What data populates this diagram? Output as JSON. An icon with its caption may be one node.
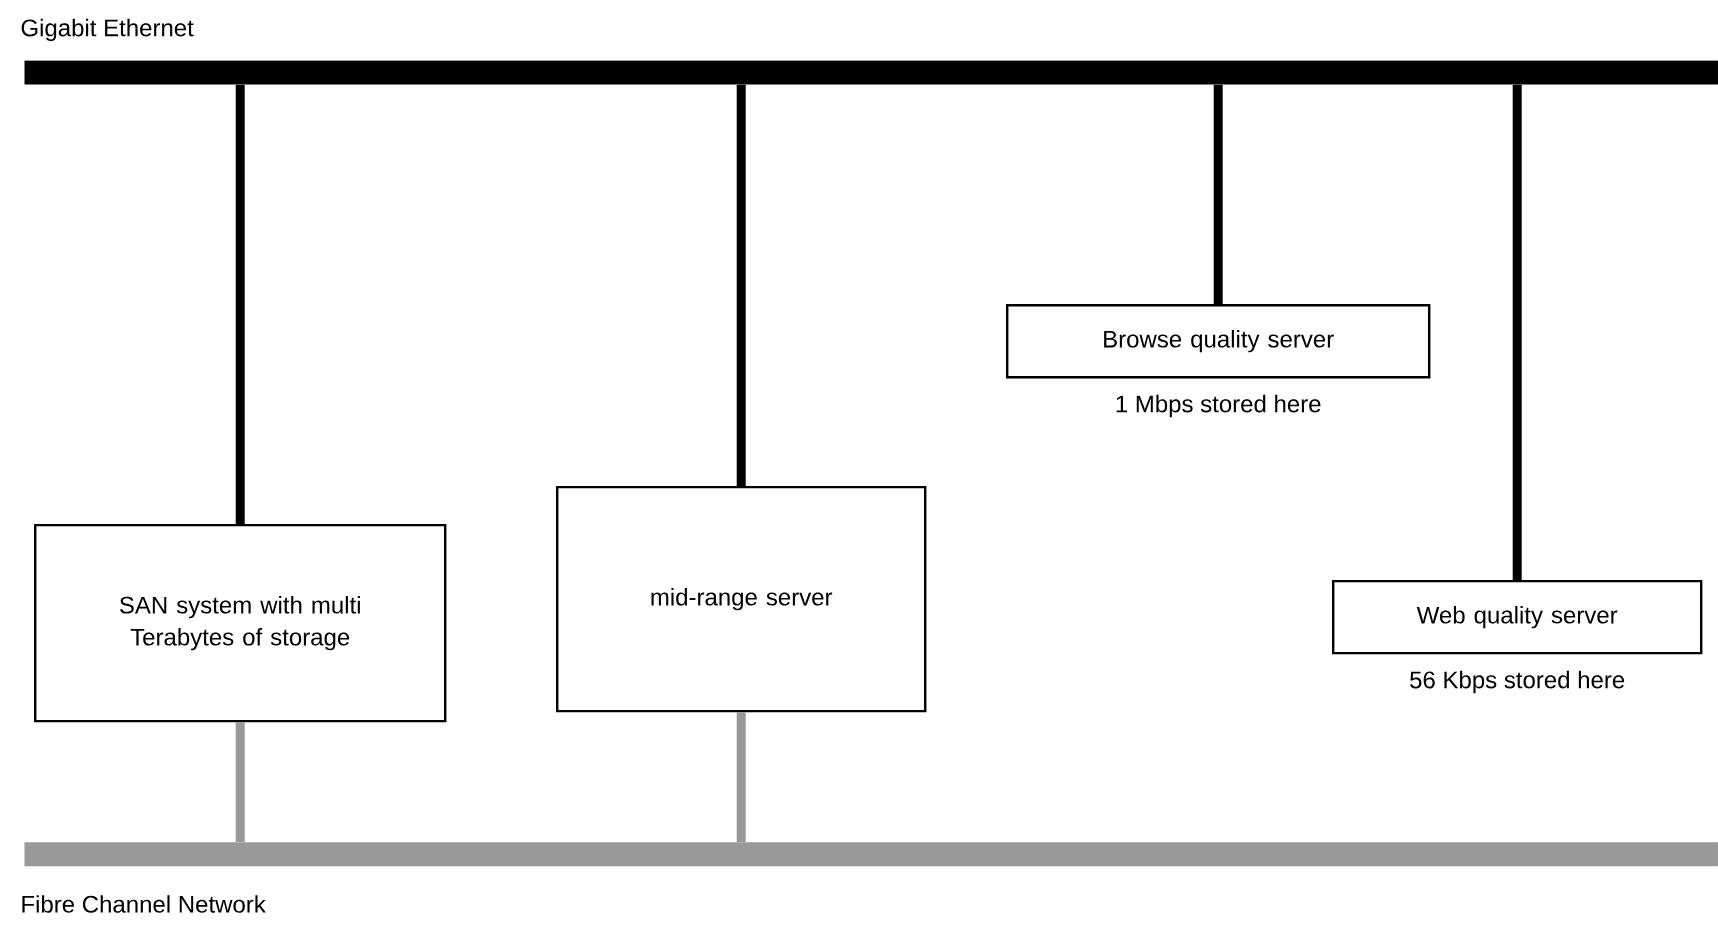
{
  "diagram": {
    "nodes": [
      {
        "text": [
          "Gigabit Ethernet"
        ]
      },
      {
        "text": [
          "Fibre Channel Network"
        ]
      },
      {
        "text": [
          "SAN system with multi Terabytes of storage"
        ]
      },
      {
        "text": [
          "mid-range server"
        ]
      },
      {
        "text": [
          "Browse quality server"
        ],
        "beside": [
          "1 Mbps stored here"
        ]
      },
      {
        "text": [
          "Web quality server"
        ],
        "beside": [
          "56 Kbps stored here"
        ]
      }
    ],
    "edges": [
      {
        "from": 0,
        "to": 2,
        "arrow": "none"
      },
      {
        "from": 0,
        "to": 3,
        "arrow": "none"
      },
      {
        "from": 0,
        "to": 4,
        "arrow": "none"
      },
      {
        "from": 0,
        "to": 5,
        "arrow": "none"
      },
      {
        "from": 1,
        "to": 2,
        "arrow": "none",
        "color": "#999999"
      },
      {
        "from": 1,
        "to": 3,
        "arrow": "none",
        "color": "#999999"
      }
    ]
  }
}
